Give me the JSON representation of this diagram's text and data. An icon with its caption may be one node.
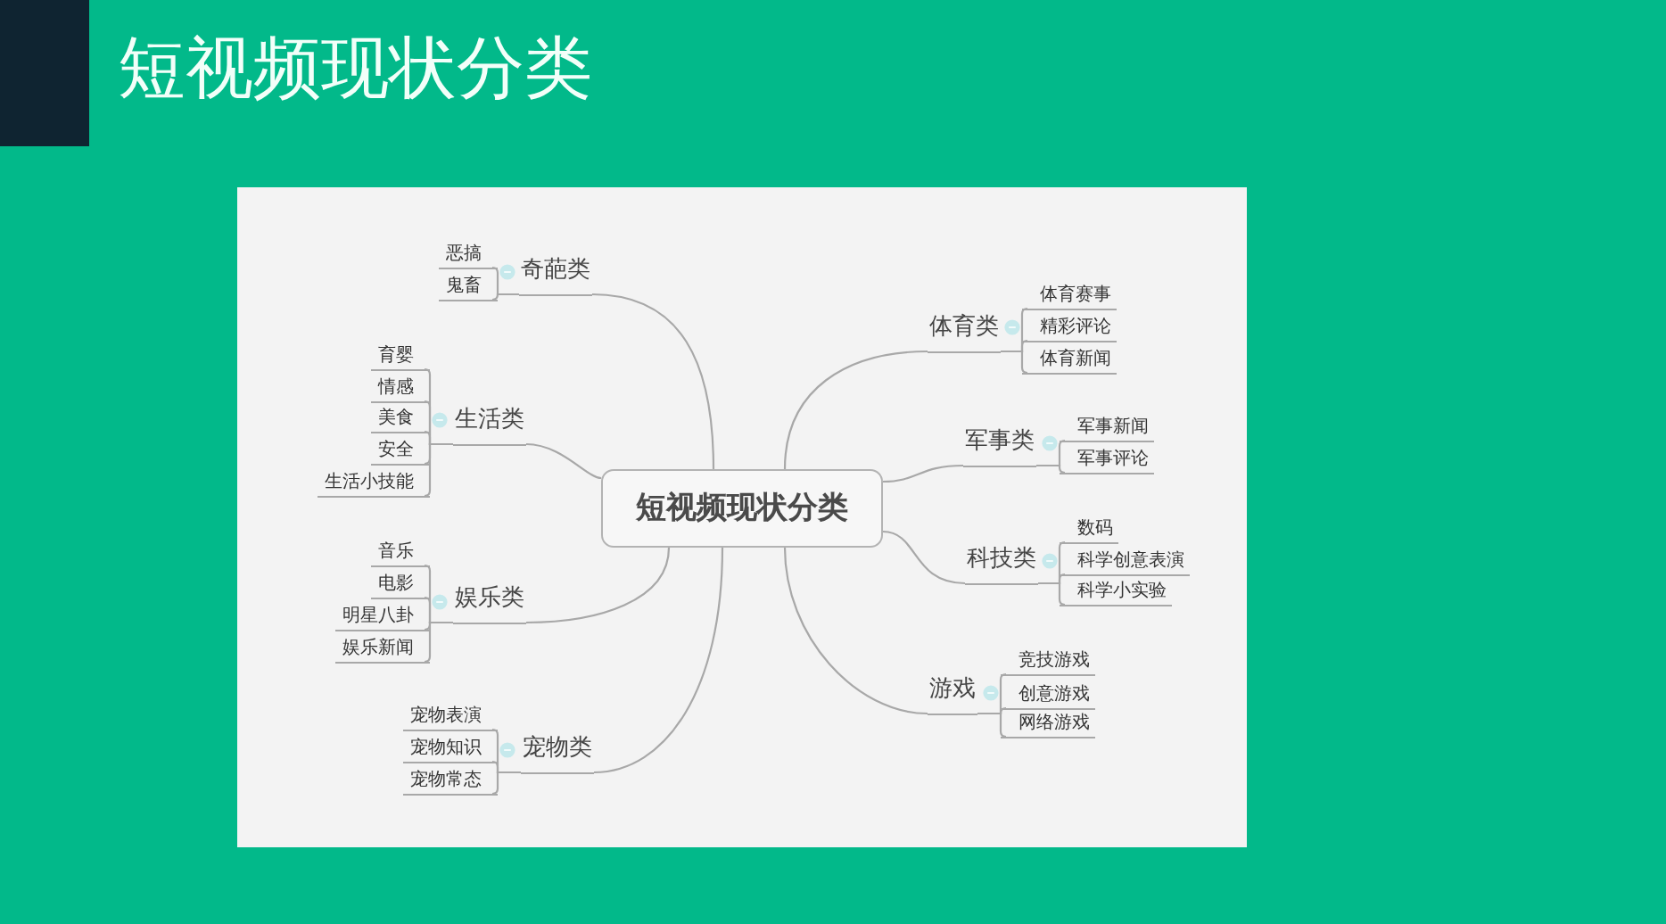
{
  "diagram": {
    "title": "短视频现状分类",
    "nodes": [
      {
        "text": [
          "短视频现状分类"
        ]
      },
      {
        "text": [
          "奇葩类"
        ]
      },
      {
        "text": [
          "恶搞"
        ]
      },
      {
        "text": [
          "鬼畜"
        ]
      },
      {
        "text": [
          "生活类"
        ]
      },
      {
        "text": [
          "育婴"
        ]
      },
      {
        "text": [
          "情感"
        ]
      },
      {
        "text": [
          "美食"
        ]
      },
      {
        "text": [
          "安全"
        ]
      },
      {
        "text": [
          "生活小技能"
        ]
      },
      {
        "text": [
          "娱乐类"
        ]
      },
      {
        "text": [
          "音乐"
        ]
      },
      {
        "text": [
          "电影"
        ]
      },
      {
        "text": [
          "明星八卦"
        ]
      },
      {
        "text": [
          "娱乐新闻"
        ]
      },
      {
        "text": [
          "宠物类"
        ]
      },
      {
        "text": [
          "宠物表演"
        ]
      },
      {
        "text": [
          "宠物知识"
        ]
      },
      {
        "text": [
          "宠物常态"
        ]
      },
      {
        "text": [
          "体育类"
        ]
      },
      {
        "text": [
          "体育赛事"
        ]
      },
      {
        "text": [
          "精彩评论"
        ]
      },
      {
        "text": [
          "体育新闻"
        ]
      },
      {
        "text": [
          "军事类"
        ]
      },
      {
        "text": [
          "军事新闻"
        ]
      },
      {
        "text": [
          "军事评论"
        ]
      },
      {
        "text": [
          "科技类"
        ]
      },
      {
        "text": [
          "数码"
        ]
      },
      {
        "text": [
          "科学创意表演"
        ]
      },
      {
        "text": [
          "科学小实验"
        ]
      },
      {
        "text": [
          "游戏"
        ]
      },
      {
        "text": [
          "竞技游戏"
        ]
      },
      {
        "text": [
          "创意游戏"
        ]
      },
      {
        "text": [
          "网络游戏"
        ]
      }
    ],
    "edges": [
      {
        "from": 0,
        "to": 1,
        "arrow": "none"
      },
      {
        "from": 1,
        "to": 2,
        "arrow": "none"
      },
      {
        "from": 1,
        "to": 3,
        "arrow": "none"
      },
      {
        "from": 0,
        "to": 4,
        "arrow": "none"
      },
      {
        "from": 4,
        "to": 5,
        "arrow": "none"
      },
      {
        "from": 4,
        "to": 6,
        "arrow": "none"
      },
      {
        "from": 4,
        "to": 7,
        "arrow": "none"
      },
      {
        "from": 4,
        "to": 8,
        "arrow": "none"
      },
      {
        "from": 4,
        "to": 9,
        "arrow": "none"
      },
      {
        "from": 0,
        "to": 10,
        "arrow": "none"
      },
      {
        "from": 10,
        "to": 11,
        "arrow": "none"
      },
      {
        "from": 10,
        "to": 12,
        "arrow": "none"
      },
      {
        "from": 10,
        "to": 13,
        "arrow": "none"
      },
      {
        "from": 10,
        "to": 14,
        "arrow": "none"
      },
      {
        "from": 0,
        "to": 15,
        "arrow": "none"
      },
      {
        "from": 15,
        "to": 16,
        "arrow": "none"
      },
      {
        "from": 15,
        "to": 17,
        "arrow": "none"
      },
      {
        "from": 15,
        "to": 18,
        "arrow": "none"
      },
      {
        "from": 0,
        "to": 19,
        "arrow": "none"
      },
      {
        "from": 19,
        "to": 20,
        "arrow": "none"
      },
      {
        "from": 19,
        "to": 21,
        "arrow": "none"
      },
      {
        "from": 19,
        "to": 22,
        "arrow": "none"
      },
      {
        "from": 0,
        "to": 23,
        "arrow": "none"
      },
      {
        "from": 23,
        "to": 24,
        "arrow": "none"
      },
      {
        "from": 23,
        "to": 25,
        "arrow": "none"
      },
      {
        "from": 0,
        "to": 26,
        "arrow": "none"
      },
      {
        "from": 26,
        "to": 27,
        "arrow": "none"
      },
      {
        "from": 26,
        "to": 28,
        "arrow": "none"
      },
      {
        "from": 26,
        "to": 29,
        "arrow": "none"
      },
      {
        "from": 0,
        "to": 30,
        "arrow": "none"
      },
      {
        "from": 30,
        "to": 31,
        "arrow": "none"
      },
      {
        "from": 30,
        "to": 32,
        "arrow": "none"
      },
      {
        "from": 30,
        "to": 33,
        "arrow": "none"
      }
    ]
  }
}
